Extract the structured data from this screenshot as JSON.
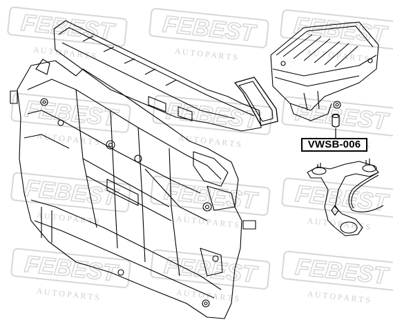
{
  "part_label": "VWSB-006",
  "watermark": {
    "logo": "FEBEST",
    "subtitle": "A U T O   P A R T S"
  },
  "colors": {
    "line": "#000000",
    "watermark": "#d9d9d9",
    "background": "#ffffff"
  }
}
